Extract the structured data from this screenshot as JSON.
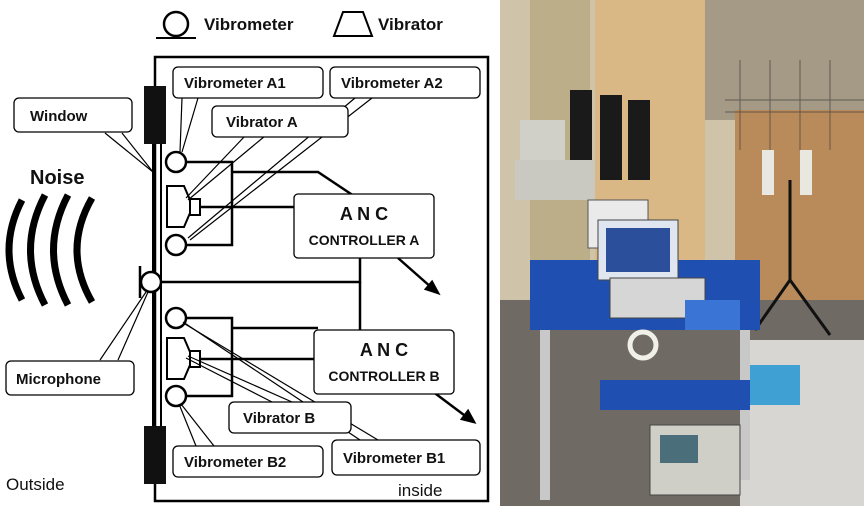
{
  "legend": {
    "vibrometer_label": "Vibrometer",
    "vibrator_label": "Vibrator"
  },
  "labels": {
    "noise": "Noise",
    "window": "Window",
    "microphone": "Microphone",
    "outside": "Outside",
    "inside": "inside",
    "vibrometer_a1": "Vibrometer A1",
    "vibrometer_a2": "Vibrometer A2",
    "vibrator_a": "Vibrator A",
    "vibrator_b": "Vibrator B",
    "vibrometer_b2": "Vibrometer B2",
    "vibrometer_b1": "Vibrometer B1"
  },
  "controllers": {
    "a": {
      "line1": "A N C",
      "line2": "CONTROLLER A"
    },
    "b": {
      "line1": "A N C",
      "line2": "CONTROLLER B"
    }
  },
  "photo": {
    "colors": {
      "wall": "#d7cdb5",
      "cardboard": "#b98a5a",
      "cart_blue": "#1f4fb0",
      "floor": "#9a9a9a"
    }
  }
}
